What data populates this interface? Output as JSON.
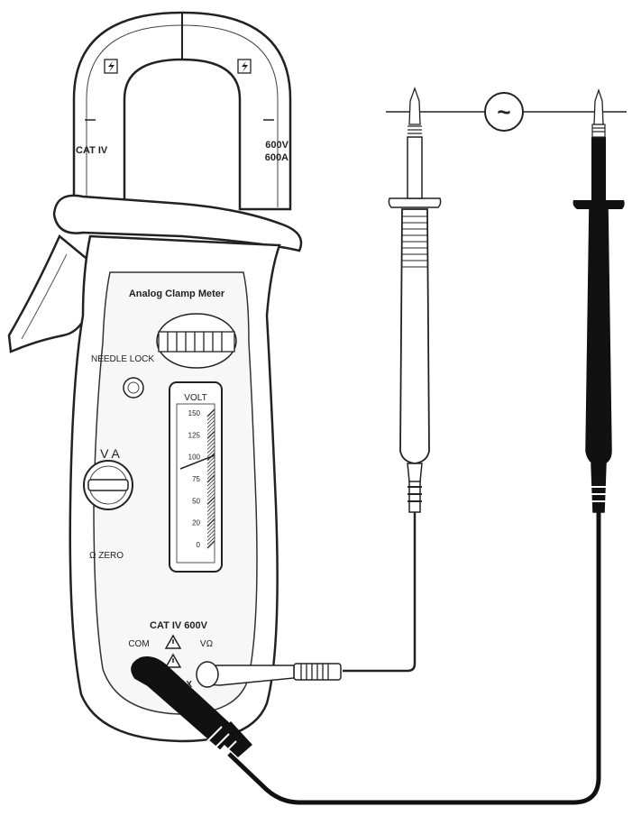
{
  "meter": {
    "title": "Analog Clamp Meter",
    "needle_lock": "NEEDLE LOCK",
    "volt_label": "VOLT",
    "scale_ticks": [
      "150",
      "125",
      "100",
      "75",
      "50",
      "20",
      "0"
    ],
    "selector_label": "V A",
    "zero_label": "Ω ZERO",
    "jaw_left": "CAT IV",
    "jaw_right_1": "600V",
    "jaw_right_2": "600A",
    "cat_rating": "CAT IV 600V",
    "com_label": "COM",
    "vohm_label": "VΩ",
    "max_label": "MAX"
  },
  "circuit": {
    "source_symbol": "~"
  },
  "colors": {
    "line": "#222222",
    "black_probe": "#111111",
    "body_fill": "#ffffff",
    "panel_fill": "#f7f7f7"
  },
  "icons": [
    "lightning-icon",
    "warning-icon",
    "ac-source-icon"
  ]
}
